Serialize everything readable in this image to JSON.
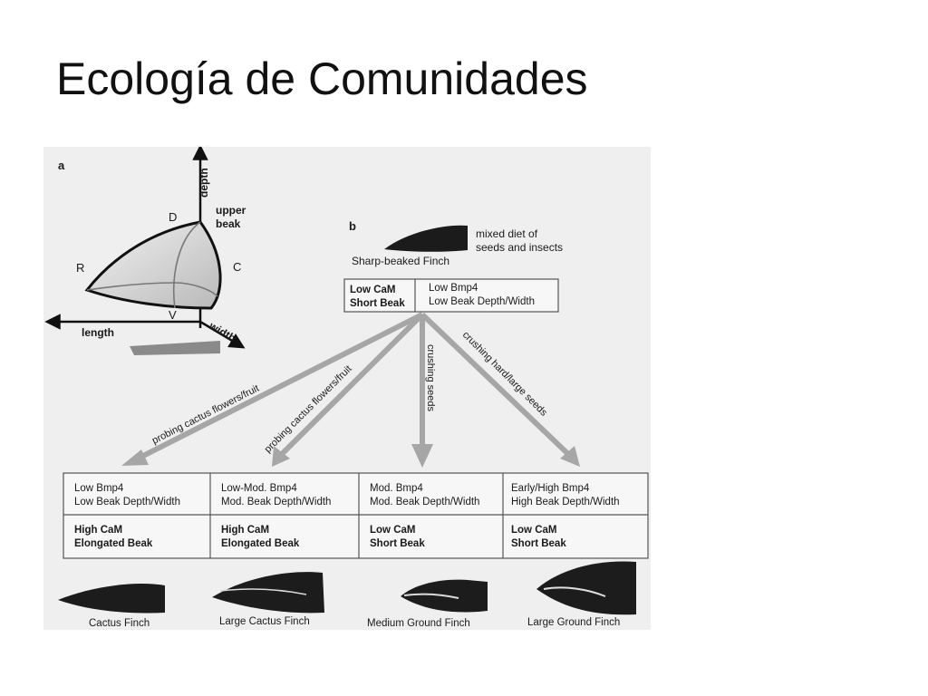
{
  "slide": {
    "title": "Ecología de Comunidades"
  },
  "figure": {
    "panel_a": {
      "label": "a",
      "axis_depth": "depth",
      "axis_upper_beak_1": "upper",
      "axis_upper_beak_2": "beak",
      "axis_length": "length",
      "axis_width": "width",
      "point_d": "D",
      "point_r": "R",
      "point_c": "C",
      "point_v": "V"
    },
    "panel_b": {
      "label": "b",
      "ancestor": {
        "name": "Sharp-beaked Finch",
        "diet_1": "mixed diet of",
        "diet_2": "seeds and insects",
        "left_1": "Low CaM",
        "left_2": "Short Beak",
        "right_1": "Low Bmp4",
        "right_2": "Low Beak Depth/Width"
      },
      "arrows": [
        "probing cactus flowers/fruit",
        "probing cactus flowers/fruit",
        "crushing seeds",
        "crushing hard/large seeds"
      ],
      "columns": [
        {
          "bmp": "Low Bmp4",
          "bmp_sub": "Low Beak Depth/Width",
          "cam": "High CaM",
          "cam_sub": "Elongated Beak",
          "finch": "Cactus Finch"
        },
        {
          "bmp": "Low-Mod. Bmp4",
          "bmp_sub": "Mod. Beak Depth/Width",
          "cam": "High CaM",
          "cam_sub": "Elongated Beak",
          "finch": "Large Cactus Finch"
        },
        {
          "bmp": "Mod. Bmp4",
          "bmp_sub": "Mod. Beak Depth/Width",
          "cam": "Low CaM",
          "cam_sub": "Short Beak",
          "finch": "Medium Ground Finch"
        },
        {
          "bmp": "Early/High Bmp4",
          "bmp_sub": "High Beak Depth/Width",
          "cam": "Low CaM",
          "cam_sub": "Short Beak",
          "finch": "Large Ground Finch"
        }
      ]
    }
  }
}
